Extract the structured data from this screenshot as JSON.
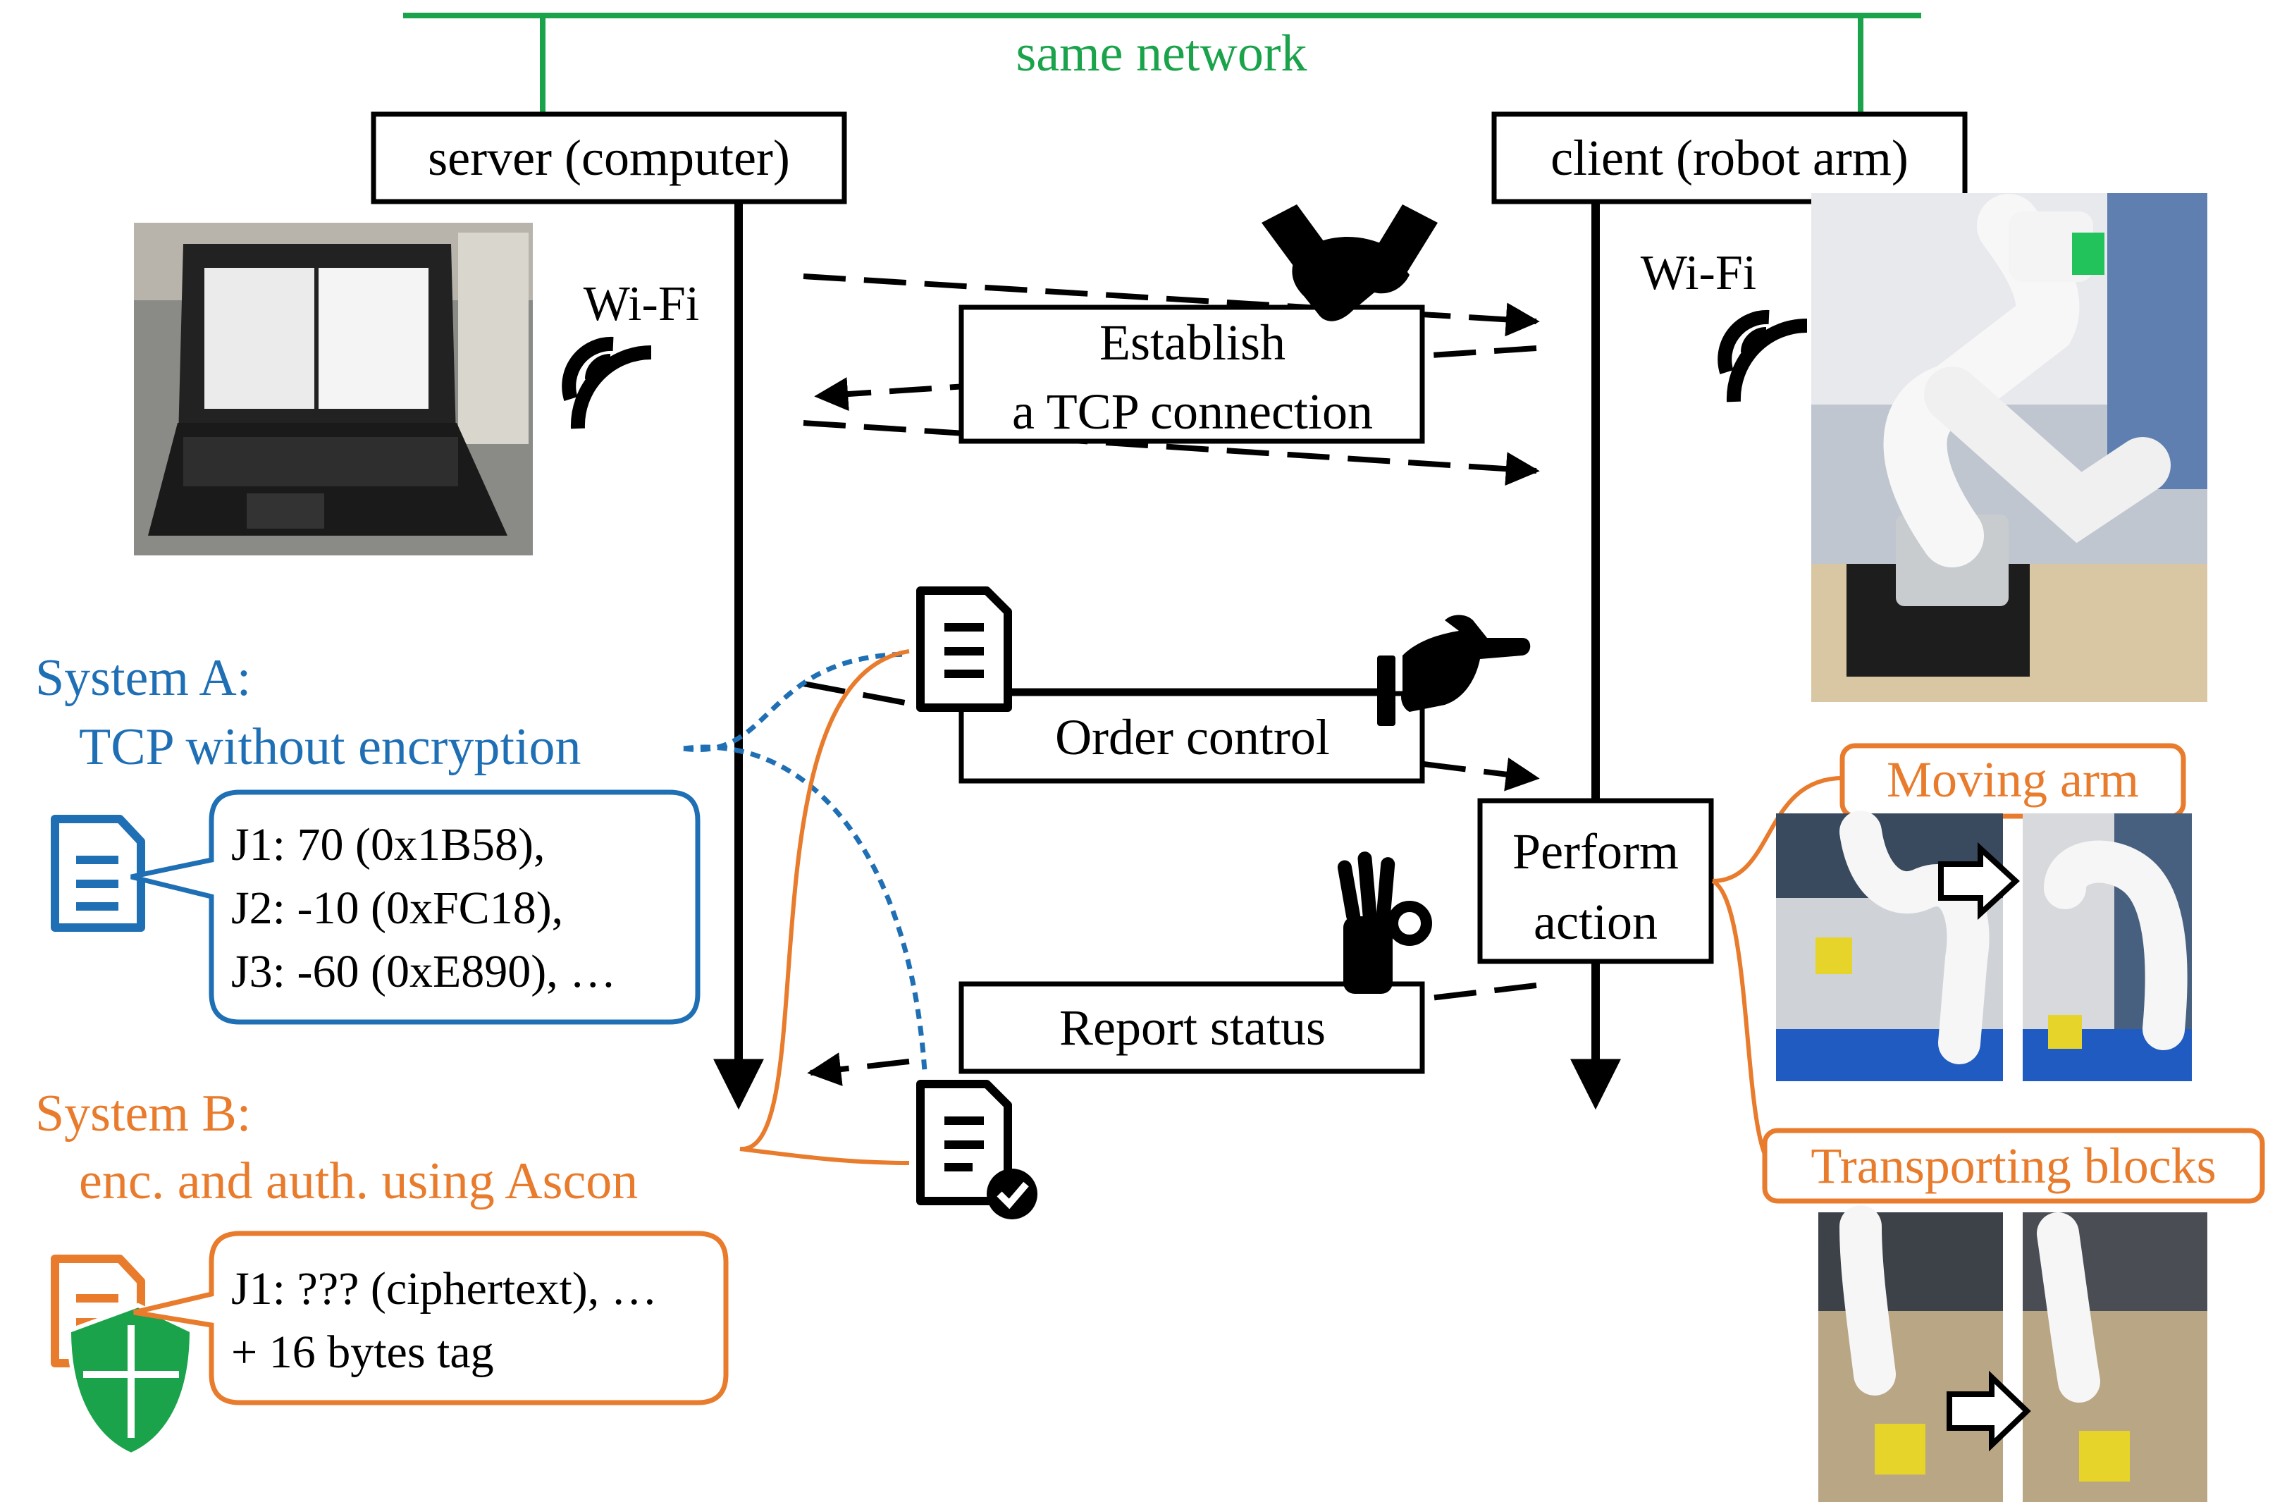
{
  "colors": {
    "network": "#1aa34a",
    "system_a": "#1f6fb5",
    "system_b": "#e87b2c",
    "shield": "#1aa34a",
    "line": "#000000"
  },
  "network": {
    "label": "same network"
  },
  "server": {
    "label": "server (computer)",
    "wifi": "Wi-Fi",
    "photo": "laptop-photo"
  },
  "client": {
    "label": "client (robot arm)",
    "wifi": "Wi-Fi",
    "photo": "robot-arm-photo"
  },
  "handshake": {
    "line1": "Establish",
    "line2": "a TCP connection"
  },
  "order": {
    "label": "Order control"
  },
  "report": {
    "label": "Report status"
  },
  "perform": {
    "line1": "Perform",
    "line2": "action"
  },
  "system_a": {
    "title": "System A:",
    "subtitle": "TCP without encryption",
    "lines": [
      "J1:  70 (0x1B58),",
      "J2: -10 (0xFC18),",
      "J3: -60 (0xE890), …"
    ]
  },
  "system_b": {
    "title": "System B:",
    "subtitle": "enc. and auth. using Ascon",
    "lines": [
      "J1: ??? (ciphertext), …",
      "+ 16 bytes tag"
    ]
  },
  "results": {
    "moving_arm": "Moving arm",
    "transporting": "Transporting blocks"
  },
  "icons": [
    "handshake-icon",
    "pointing-hand-icon",
    "ok-hand-icon",
    "document-icon",
    "document-check-icon",
    "wifi-icon",
    "shield-icon"
  ]
}
